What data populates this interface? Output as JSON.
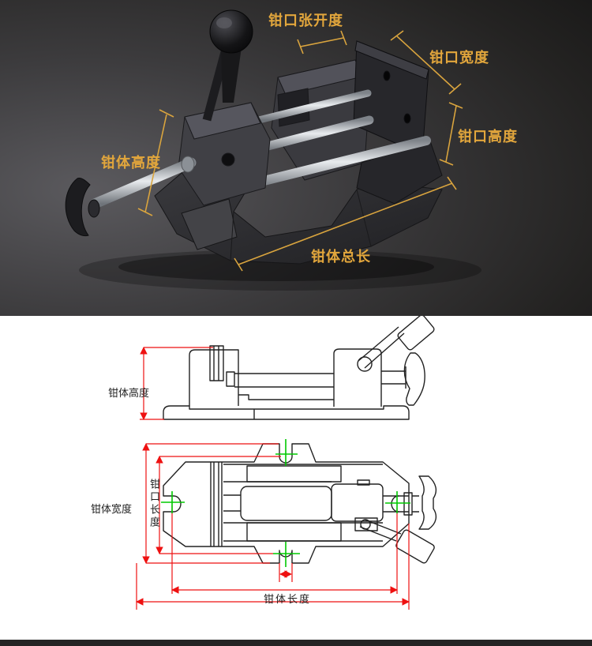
{
  "photo_section": {
    "accent_color": "#E2A63C",
    "labels": {
      "jaw_opening": "钳口张开度",
      "jaw_width": "钳口宽度",
      "jaw_height": "钳口高度",
      "body_height": "钳体高度",
      "body_total_length": "钳体总长"
    }
  },
  "drawing_section": {
    "outline_color": "#222222",
    "dimension_color": "#EE1111",
    "center_mark_color": "#00C800",
    "labels": {
      "body_height": "钳体高度",
      "body_width": "钳体宽度",
      "jaw_length": "钳口长度",
      "body_length": "钳体长度"
    }
  }
}
